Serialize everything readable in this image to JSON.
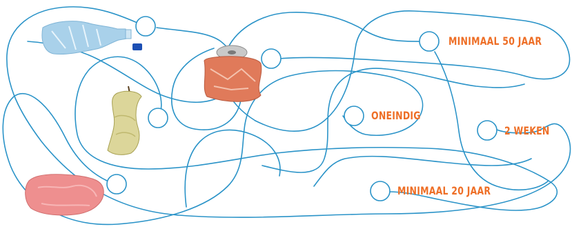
{
  "puzzle": {
    "items": [
      {
        "name": "plastic-bottle",
        "icon": "crushed-plastic-bottle-icon"
      },
      {
        "name": "soda-can",
        "icon": "crushed-soda-can-icon"
      },
      {
        "name": "apple-core",
        "icon": "apple-core-icon"
      },
      {
        "name": "chewing-gum",
        "icon": "chewing-gum-icon"
      }
    ],
    "answers": [
      {
        "label": "MINIMAAL 50 JAAR"
      },
      {
        "label": "ONEINDIG"
      },
      {
        "label": "2 WEKEN"
      },
      {
        "label": "MINIMAAL 20 JAAR"
      }
    ]
  },
  "colors": {
    "line": "#2a93c8",
    "label": "#ee6f27",
    "background": "#ffffff"
  }
}
